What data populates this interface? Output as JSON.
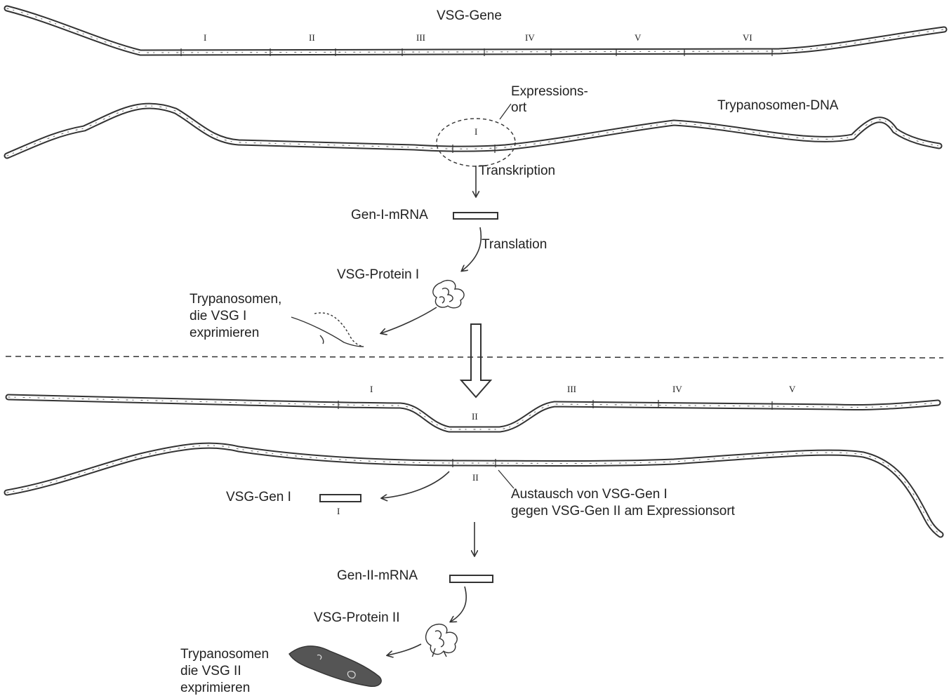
{
  "labels": {
    "vsg_gene": "VSG-Gene",
    "expressionsort": "Expressions-",
    "expressionsort_line2": "ort",
    "trypanosomen_dna": "Trypanosomen-DNA",
    "transkription": "Transkription",
    "gen1_mrna": "Gen-I-mRNA",
    "translation": "Translation",
    "vsg_protein1": "VSG-Protein I",
    "trypanosomen1_l1": "Trypanosomen,",
    "trypanosomen1_l2": "die VSG I",
    "trypanosomen1_l3": "exprimieren",
    "vsg_gen1": "VSG-Gen I",
    "austausch_l1": "Austausch von VSG-Gen I",
    "austausch_l2": "gegen VSG-Gen II am Expressionsort",
    "gen2_mrna": "Gen-II-mRNA",
    "vsg_protein2": "VSG-Protein II",
    "trypanosomen2_l1": "Trypanosomen",
    "trypanosomen2_l2": "die VSG II",
    "trypanosomen2_l3": "exprimieren"
  },
  "gene_labels_top": [
    "I",
    "II",
    "III",
    "IV",
    "V",
    "VI"
  ],
  "expression_site_gene": "I",
  "gene_labels_after": [
    "I",
    "II",
    "III",
    "IV",
    "V"
  ],
  "exchanged_in_gene": "II",
  "removed_gene": "I",
  "colors": {
    "ink": "#333333",
    "dark_cell": "#555555"
  }
}
